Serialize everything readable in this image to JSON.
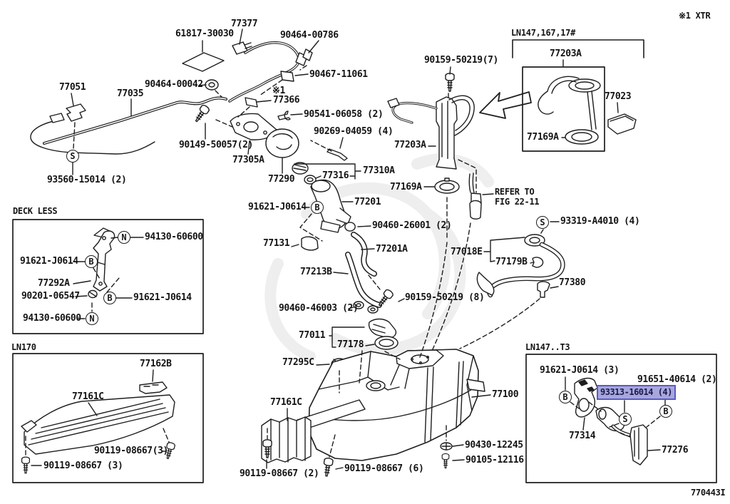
{
  "diagram": {
    "footer_id": "770443I",
    "note_top_right": "※1 XTR",
    "note_x1": "※1",
    "refer_note": {
      "line1": "REFER TO",
      "line2": "FIG 22-11"
    },
    "symbols": {
      "s": "S",
      "b": "B",
      "n": "N"
    },
    "insets": {
      "deck_less": {
        "title": "DECK LESS"
      },
      "ln170": {
        "title": "LN170"
      },
      "ln147_t3": {
        "title": "LN147..T3"
      },
      "ln147_bracket": {
        "title": "LN147,167,17#"
      }
    },
    "highlight": {
      "text": "93313-16014 (4)",
      "fill": "#a7a7db",
      "border": "#5a5ac8",
      "text_color": "#1a1a4e"
    },
    "parts": {
      "p77377": "77377",
      "p61817_30030": "61817-30030",
      "p90464_00786": "90464-00786",
      "p90467_11061": "90467-11061",
      "p90464_00042": "90464-00042",
      "p77366": "77366",
      "p77051": "77051",
      "p77035": "77035",
      "p90541_06058": "90541-06058 (2)",
      "p90269_04059": "90269-04059 (4)",
      "p90149_50057": "90149-50057(2)",
      "p77305a": "77305A",
      "p77290": "77290",
      "p77316": "77316",
      "p77310a": "77310A",
      "p93560_15014": "93560-15014 (2)",
      "p90159_50219_7": "90159-50219(7)",
      "p77203a_main": "77203A",
      "p77203a_inset": "77203A",
      "p77169a_main": "77169A",
      "p77169a_inset": "77169A",
      "p77023": "77023",
      "p91621_j0614_filler": "91621-J0614",
      "p77201": "77201",
      "p90460_26001": "90460-26001 (2)",
      "p77131": "77131",
      "p77201a": "77201A",
      "p77213b": "77213B",
      "p90460_46003": "90460-46003 (2)",
      "p90159_50219_8": "90159-50219 (8)",
      "p77011": "77011",
      "p77178": "77178",
      "p77295c": "77295C",
      "p93319_a4010": "93319-A4010 (4)",
      "p77018e": "77018E",
      "p77179b": "77179B",
      "p77380": "77380",
      "dl_94130_60600_top": "94130-60600",
      "dl_91621_j0614_a": "91621-J0614",
      "dl_77292a": "77292A",
      "dl_90201_06547": "90201-06547",
      "dl_91621_j0614_b": "91621-J0614",
      "dl_94130_60600_bottom": "94130-60600",
      "ln170_77162b": "77162B",
      "ln170_77161c": "77161C",
      "ln170_90119_a": "90119-08667(3)",
      "ln170_90119_b": "90119-08667 (3)",
      "p77161c_main": "77161C",
      "p90119_08667_2": "90119-08667 (2)",
      "p90119_08667_6": "90119-08667 (6)",
      "p77100": "77100",
      "p90430_12245": "90430-12245",
      "p90105_12116": "90105-12116",
      "t3_91621_j0614": "91621-J0614 (3)",
      "t3_91651_40614": "91651-40614 (2)",
      "t3_77314": "77314",
      "t3_77276": "77276"
    }
  }
}
